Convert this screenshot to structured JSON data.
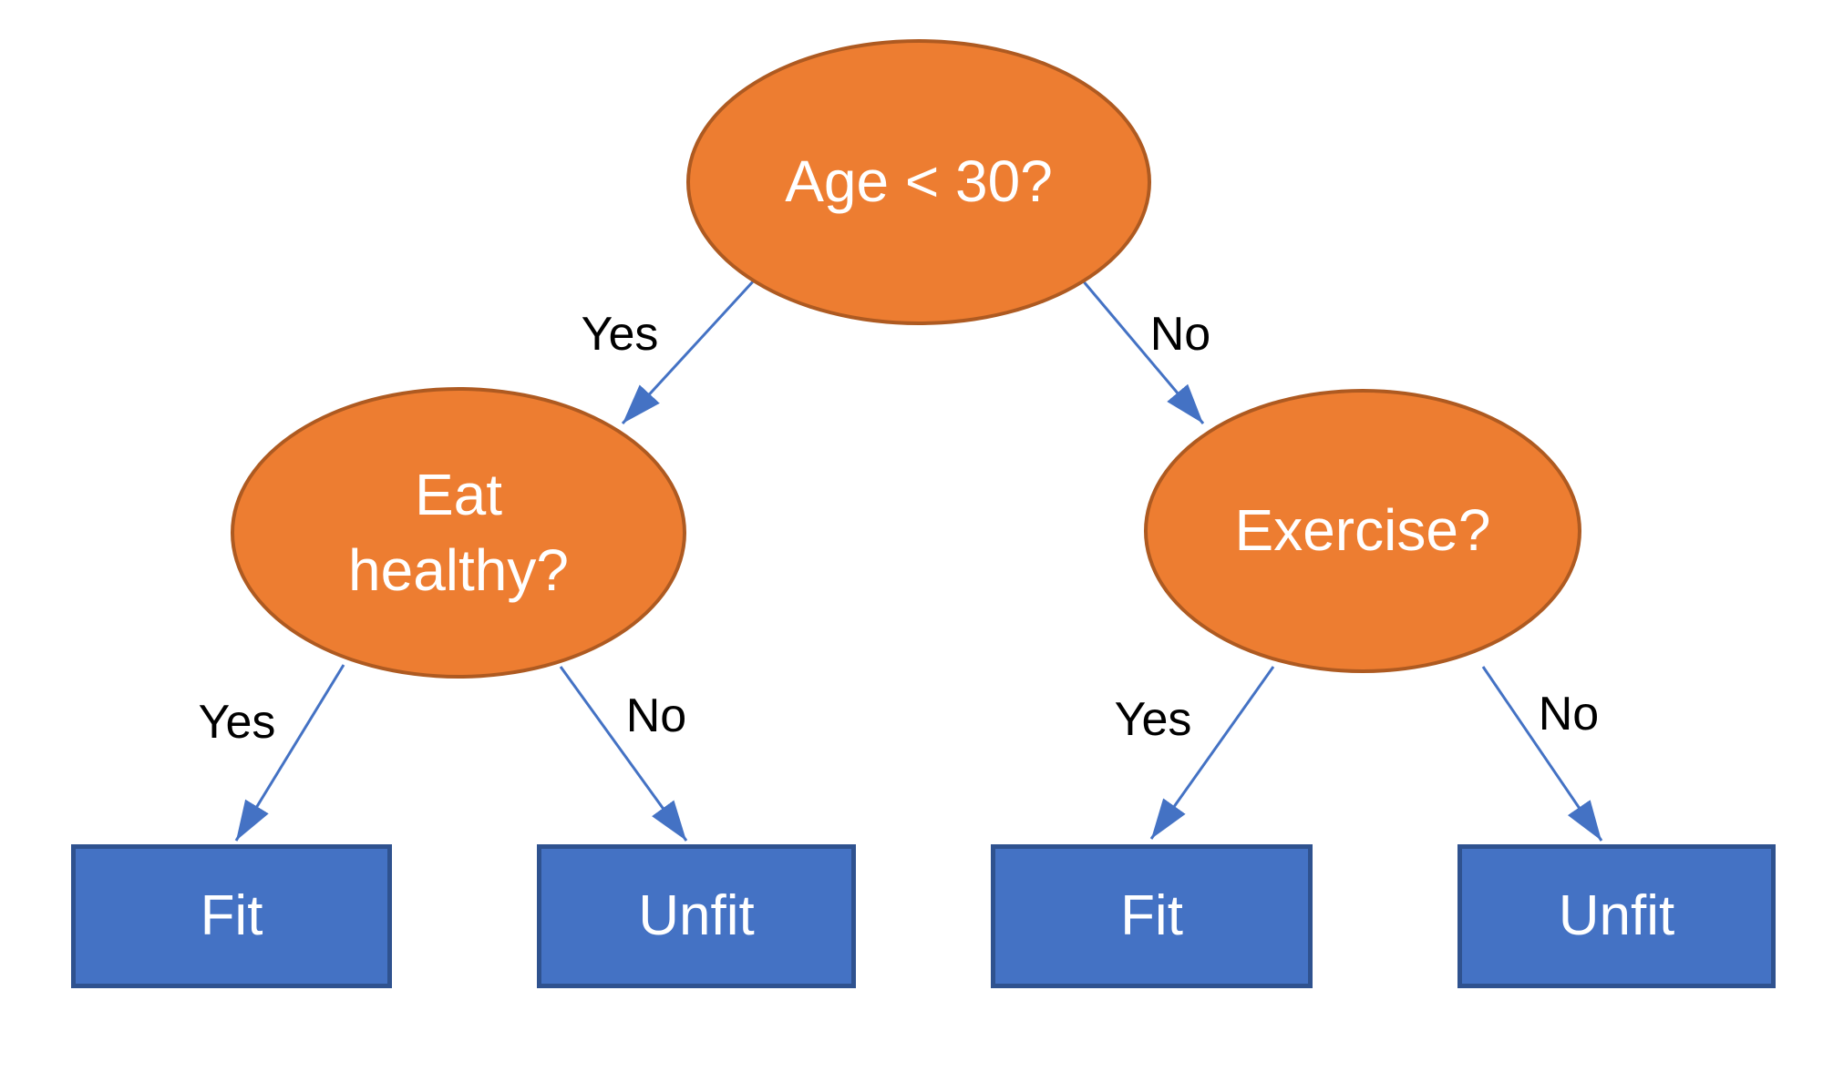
{
  "diagram": {
    "type": "decision-tree",
    "nodes": {
      "root": {
        "id": "root",
        "shape": "ellipse",
        "label": "Age < 30?"
      },
      "eat_healthy": {
        "id": "eat_healthy",
        "shape": "ellipse",
        "label": "Eat healthy?"
      },
      "exercise": {
        "id": "exercise",
        "shape": "ellipse",
        "label": "Exercise?"
      },
      "fit_left": {
        "id": "fit_left",
        "shape": "rectangle",
        "label": "Fit"
      },
      "unfit_left": {
        "id": "unfit_left",
        "shape": "rectangle",
        "label": "Unfit"
      },
      "fit_right": {
        "id": "fit_right",
        "shape": "rectangle",
        "label": "Fit"
      },
      "unfit_right": {
        "id": "unfit_right",
        "shape": "rectangle",
        "label": "Unfit"
      }
    },
    "edges": {
      "root_yes": {
        "from": "root",
        "to": "eat_healthy",
        "label": "Yes"
      },
      "root_no": {
        "from": "root",
        "to": "exercise",
        "label": "No"
      },
      "eat_yes": {
        "from": "eat_healthy",
        "to": "fit_left",
        "label": "Yes"
      },
      "eat_no": {
        "from": "eat_healthy",
        "to": "unfit_left",
        "label": "No"
      },
      "exercise_yes": {
        "from": "exercise",
        "to": "fit_right",
        "label": "Yes"
      },
      "exercise_no": {
        "from": "exercise",
        "to": "unfit_right",
        "label": "No"
      }
    }
  },
  "colors": {
    "background": "#FFFFFF",
    "decision-fill": "#ED7D31",
    "decision-border": "#AE5A21",
    "leaf-fill": "#4472C4",
    "leaf-border": "#2F528F",
    "arrow": "#4472C4",
    "node-text": "#FFFFFF",
    "edge-label": "#000000"
  }
}
